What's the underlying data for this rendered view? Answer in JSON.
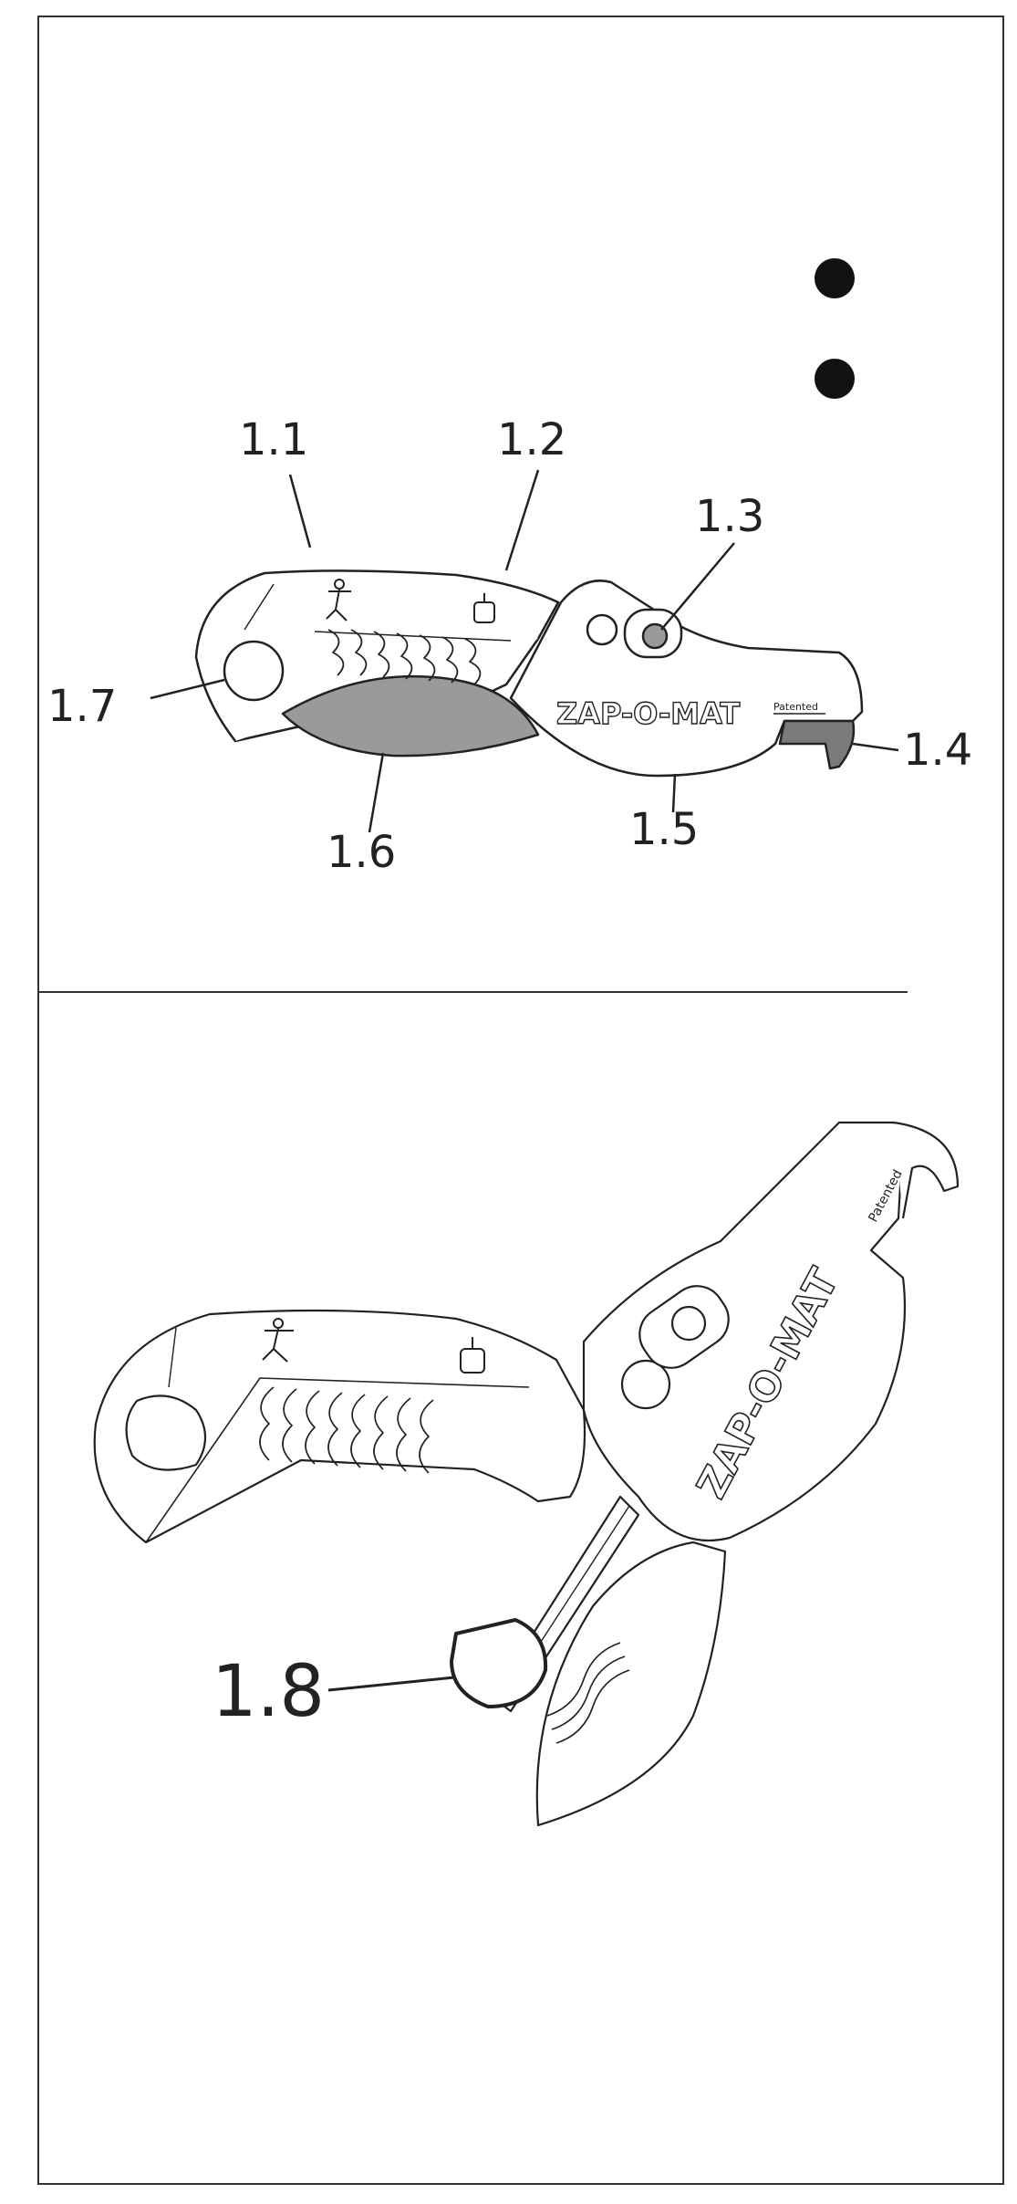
{
  "figure": {
    "top_labels": {
      "l11": "1.1",
      "l12": "1.2",
      "l13": "1.3",
      "l14": "1.4",
      "l15": "1.5",
      "l16": "1.6",
      "l17": "1.7"
    },
    "bottom_labels": {
      "l18": "1.8"
    },
    "brand": "ZAP-O-MAT",
    "patented": "Patented"
  },
  "colors": {
    "ink": "#222222",
    "shade": "#9a9a9a",
    "dark_shade": "#6f6f6f"
  },
  "icons": [
    "binder-hole-icon",
    "runner-figure-icon",
    "hand-grip-icon"
  ]
}
